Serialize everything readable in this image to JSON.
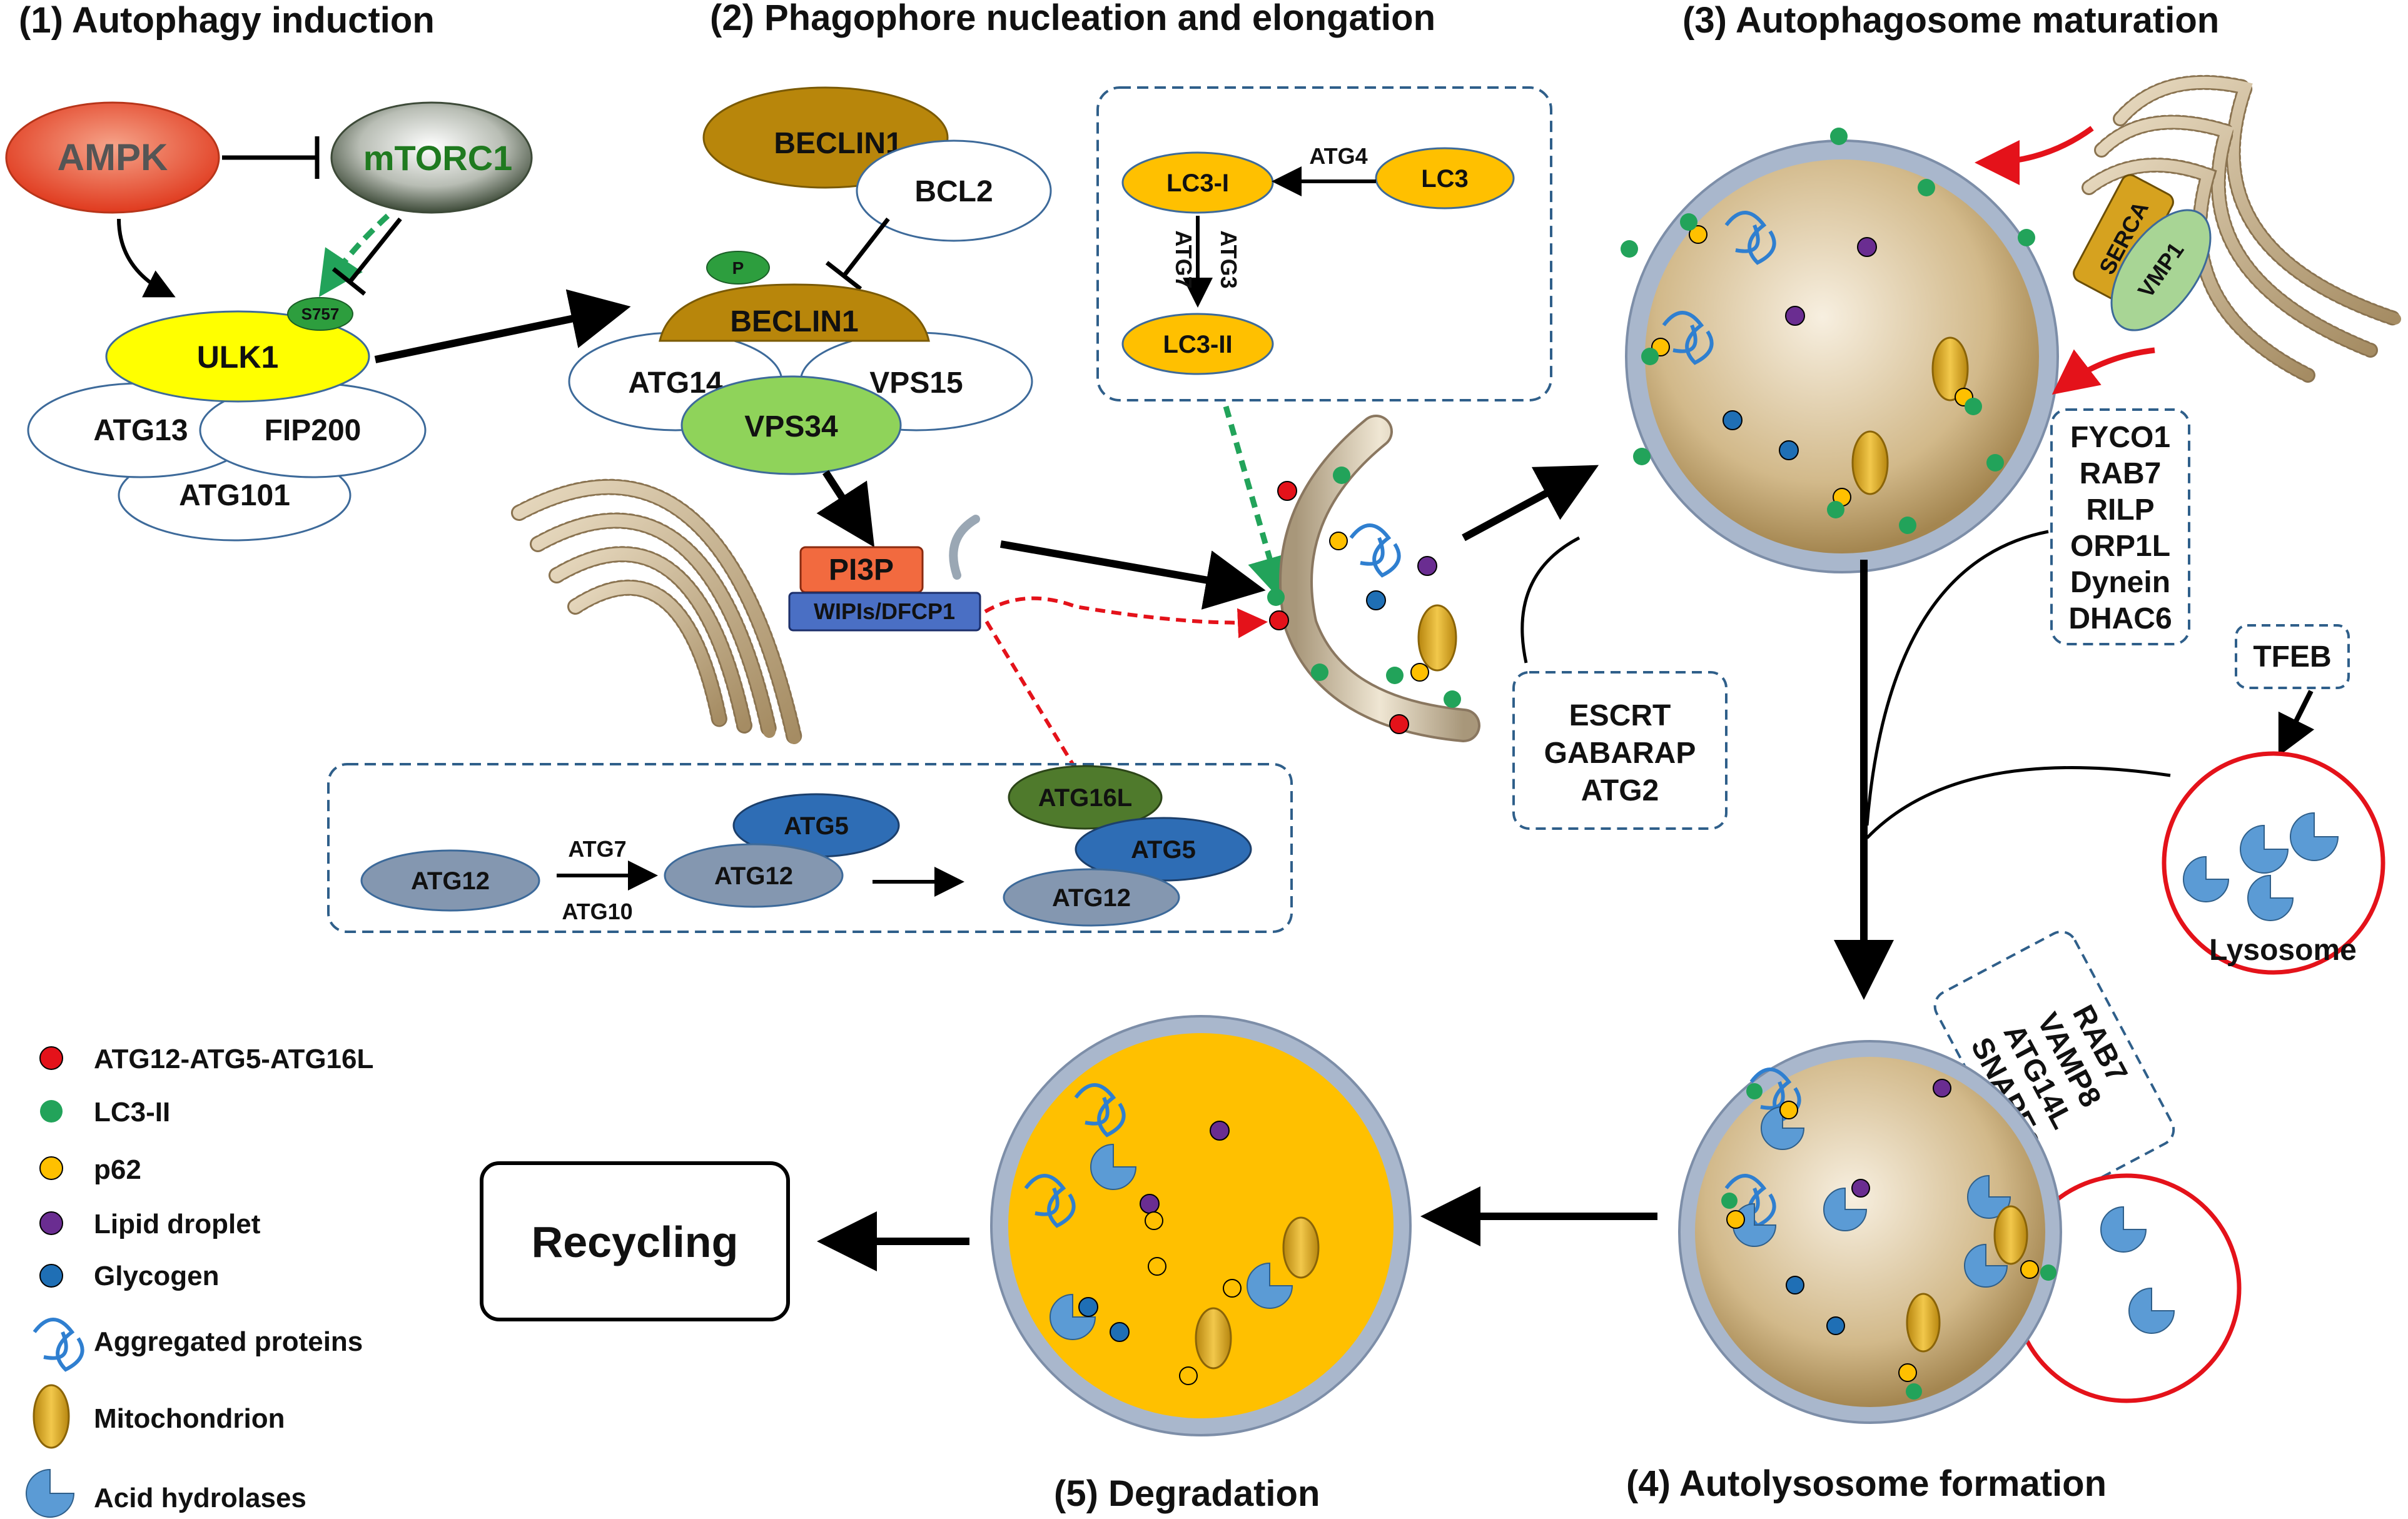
{
  "headers": {
    "induction": "(1) Autophagy induction",
    "nucleation": "(2) Phagophore nucleation and elongation",
    "maturation": "(3) Autophagosome maturation",
    "autolysosome": "(4) Autolysosome formation",
    "degradation": "(5) Degradation"
  },
  "induction": {
    "ampk": "AMPK",
    "mtorc1": "mTORC1",
    "s757": "S757",
    "ulk1": "ULK1",
    "atg13": "ATG13",
    "fip200": "FIP200",
    "atg101": "ATG101"
  },
  "nucleation": {
    "beclin1_top": "BECLIN1",
    "bcl2": "BCL2",
    "p": "P",
    "beclin1": "BECLIN1",
    "atg14": "ATG14",
    "vps15": "VPS15",
    "vps34": "VPS34",
    "pi3p": "PI3P",
    "wipi": "WIPIs/DFCP1"
  },
  "lc3_box": {
    "lc3i": "LC3-I",
    "atg4": "ATG4",
    "lc3": "LC3",
    "atg7": "ATG7",
    "atg3": "ATG3",
    "lc3ii": "LC3-II"
  },
  "atg12_box": {
    "atg12_a": "ATG12",
    "atg7": "ATG7",
    "atg10": "ATG10",
    "atg5_b": "ATG5",
    "atg12_b": "ATG12",
    "atg16l": "ATG16L",
    "atg5_c": "ATG5",
    "atg12_c": "ATG12"
  },
  "escrt_box": [
    "ESCRT",
    "GABARAP",
    "ATG2"
  ],
  "maturation": {
    "serca": "SERCA",
    "vmp1": "VMP1",
    "fyco_box": [
      "FYCO1",
      "RAB7",
      "RILP",
      "ORP1L",
      "Dynein",
      "DHAC6"
    ],
    "tfeb": "TFEB",
    "lysosome": "Lysosome",
    "snare_box": [
      "RAB7",
      "VAMP8",
      "ATG14L",
      "SNAPEs"
    ]
  },
  "recycling": "Recycling",
  "legend": [
    {
      "label": "ATG12-ATG5-ATG16L",
      "icon": "red-dot",
      "color": "#e4121a"
    },
    {
      "label": "LC3-II",
      "icon": "green-dot",
      "color": "#22a35a"
    },
    {
      "label": "p62",
      "icon": "yellow-dot",
      "color": "#ffc000"
    },
    {
      "label": "Lipid droplet",
      "icon": "purple-dot",
      "color": "#6a2d91"
    },
    {
      "label": "Glycogen",
      "icon": "blue-dot",
      "color": "#1f6fb5"
    },
    {
      "label": "Aggregated proteins",
      "icon": "aggregate-icon",
      "color": "#2f7fd0"
    },
    {
      "label": "Mitochondrion",
      "icon": "mitochondrion-icon",
      "color": "#d9a520"
    },
    {
      "label": "Acid hydrolases",
      "icon": "hydrolase-icon",
      "color": "#5b9bd5"
    }
  ]
}
